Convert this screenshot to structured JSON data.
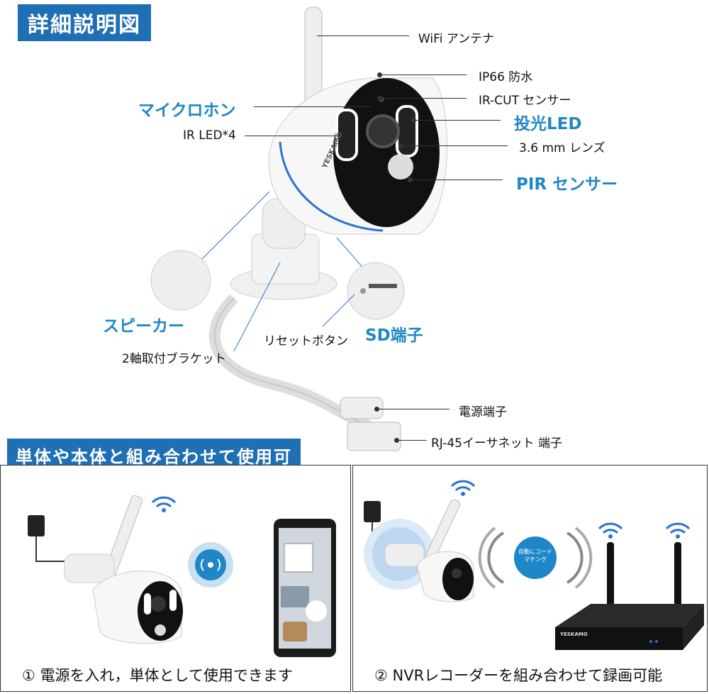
{
  "header": {
    "title": "詳細説明図"
  },
  "labels": {
    "wifi_antenna": "WiFi アンテナ",
    "ip66": "IP66 防水",
    "ir_cut": "IR-CUT センサー",
    "microphone": "マイクロホン",
    "floodlight": "投光LED",
    "ir_led": "IR LED*4",
    "lens": "3.6 mm レンズ",
    "pir": "PIR センサー",
    "speaker": "スピーカー",
    "reset": "リセットボタン",
    "sd": "SD端子",
    "bracket": "2軸取付ブラケット",
    "power": "電源端子",
    "rj45": "RJ-45イーサネット 端子"
  },
  "section": {
    "title": "単体や本体と組み合わせて使用可"
  },
  "brand": "YESKAMO",
  "panels": {
    "left_caption": "① 電源を入れ，単体として使用できます",
    "right_caption": "② NVRレコーダーを組み合わせて録画可能",
    "auto_code_line1": "自動にコード",
    "auto_code_line2": "マチング",
    "nvr_brand": "YESKAMO"
  },
  "colors": {
    "accent": "#1f6fb5",
    "label_blue": "#1f86c8"
  }
}
